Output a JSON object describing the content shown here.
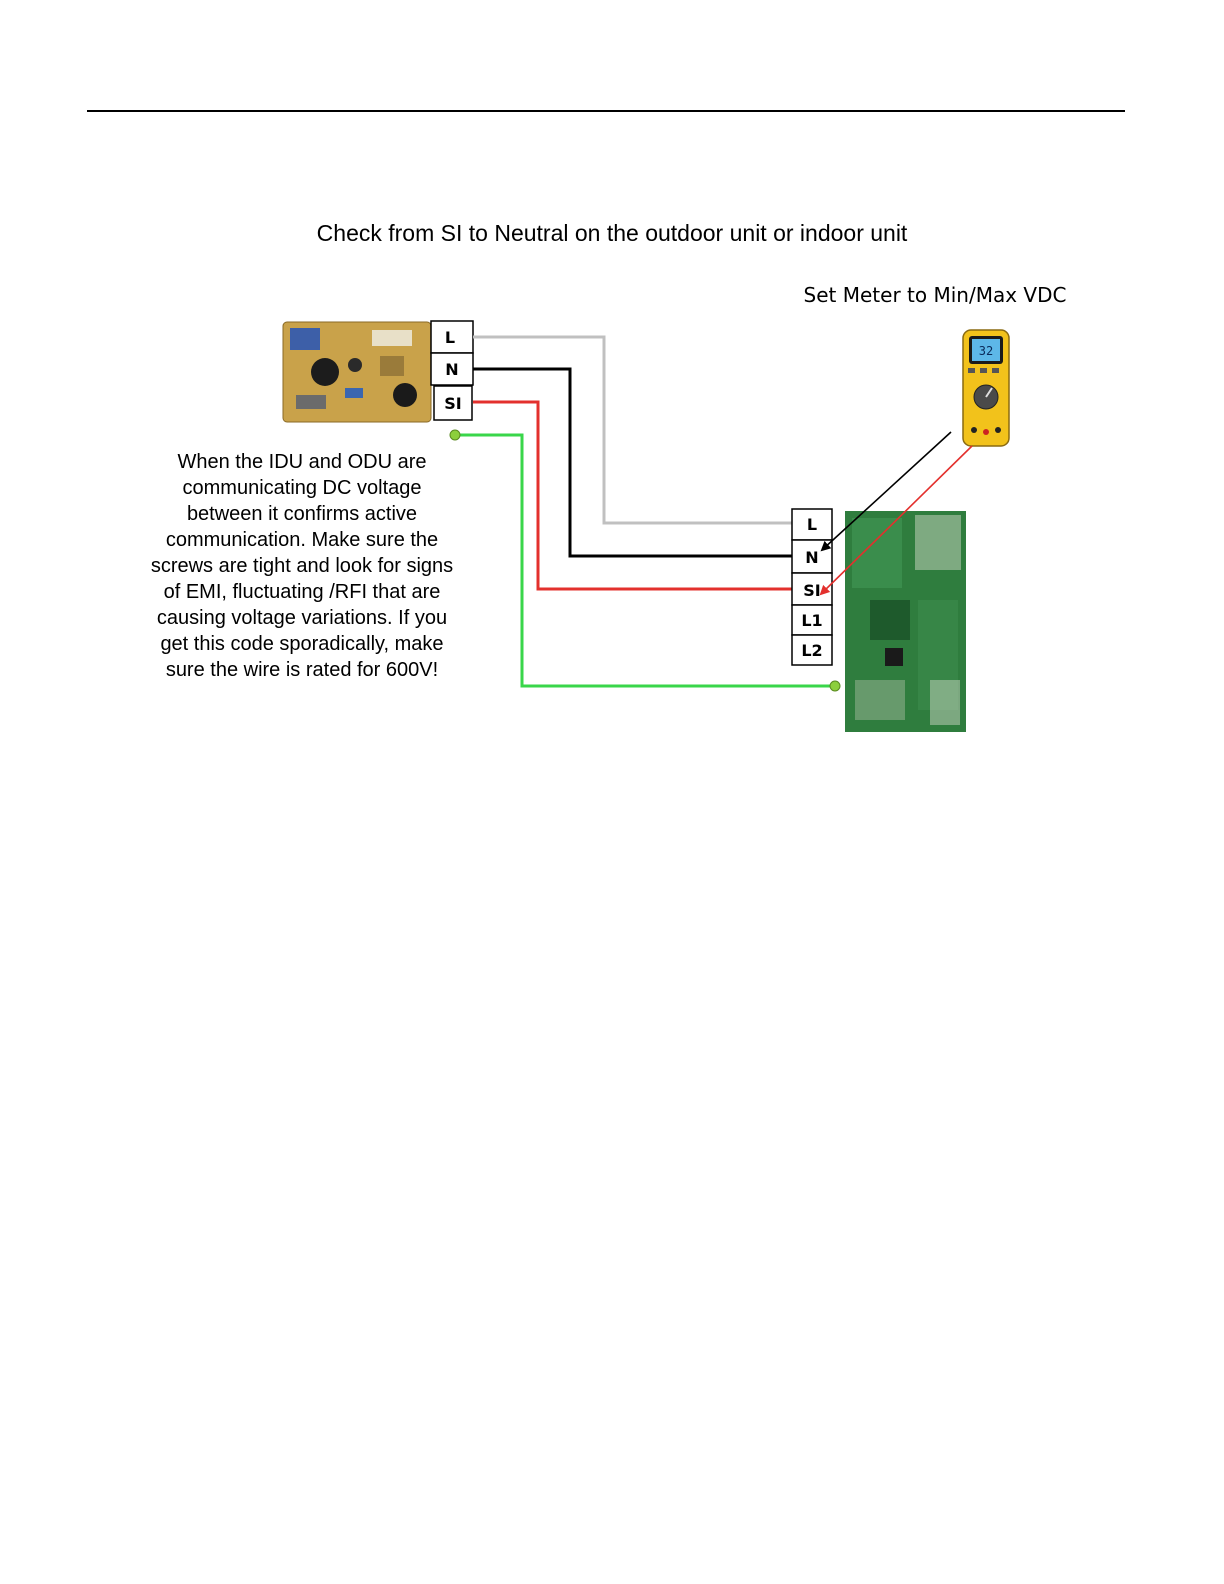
{
  "title": "Check from SI to Neutral on the outdoor unit or indoor unit",
  "meter_note": "Set Meter to Min/Max VDC",
  "description": "When the IDU and ODU are communicating DC voltage between it confirms active communication. Make sure the screws are tight and look for signs of EMI, fluctuating /RFI that are causing voltage variations. If you get this code sporadically, make sure the wire is rated for 600V!",
  "idu_terminals": [
    "L",
    "N",
    "SI"
  ],
  "odu_terminals": [
    "L",
    "N",
    "SI",
    "L1",
    "L2"
  ],
  "meter_reading": "32",
  "colors": {
    "wire_l": "#c0c0c0",
    "wire_n": "#000000",
    "wire_si": "#e3302d",
    "wire_ground": "#39d64a",
    "odu_board": "#2f7d3e",
    "idu_board": "#c9a24a",
    "meter_body": "#f2c21b"
  }
}
